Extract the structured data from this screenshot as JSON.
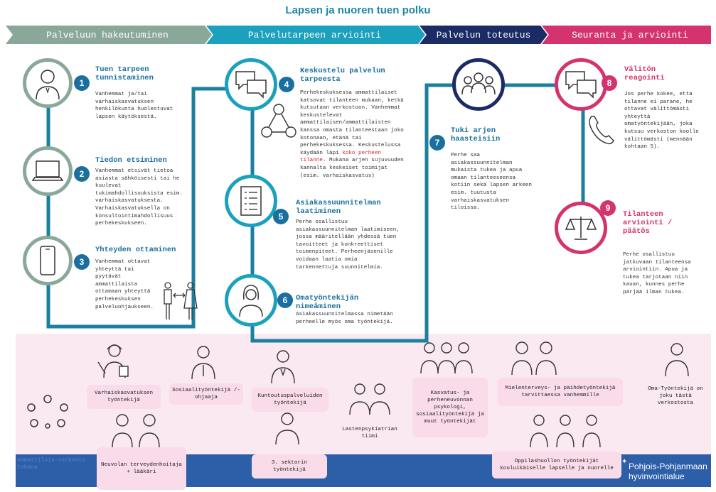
{
  "title": "Lapsen ja nuoren tuen polku",
  "phases": [
    {
      "label": "Palveluun hakeutuminen",
      "color": "#8aa89a"
    },
    {
      "label": "Palvelutarpeen arviointi",
      "color": "#1ba1bd"
    },
    {
      "label": "Palvelun toteutus",
      "color": "#1a2b66"
    },
    {
      "label": "Seuranta ja arviointi",
      "color": "#d4336d"
    }
  ],
  "steps": {
    "s1": {
      "num": "1",
      "title": "Tuen tarpeen tunnistaminen",
      "body": "Vanhemmat ja/tai varhaiskasvatuksen henkilökunta huolestuvat lapsen käytöksestä."
    },
    "s2": {
      "num": "2",
      "title": "Tiedon etsiminen",
      "body": "Vanhemmat etsivät tietoa asiasta sähköisesti tai he kuulevat tukimahdollisuuksista esim. varhaiskasvatuksesta. Varhaiskasvatuksella on konsultointimahdollisuus perhekeskukseen."
    },
    "s3": {
      "num": "3",
      "title": "Yhteyden ottaminen",
      "body": "Vanhemmat ottavat yhteyttä tai pyytävät ammattilaista ottamaan yhteyttä perhekeskuksen palveluohjaukseen."
    },
    "s4": {
      "num": "4",
      "title": "Keskustelu palvelun tarpeesta",
      "body_a": "Perhekeskuksessa ammattilaiset katsovat tilanteen mukaan, ketkä kutsutaan verkostoon. Vanhemmat keskustelevat ammattilaisen/ammattilaisten kanssa omasta tilanteestaan joko kotonaan, etänä tai perhekeskuksessa. Keskustelussa käydään läpi",
      "body_hl": "koko perheen tilanne.",
      "body_b": "Mukana arjen sujuvuuden kannalta keskeiset toimijat (esim. varhaiskasvatus)"
    },
    "s5": {
      "num": "5",
      "title": "Asiakassuunnitelman laatiminen",
      "body": "Perhe osallistuu asiakassuunnitelman laatimiseen, jossa määritellään yhdessä tuen tavoitteet ja konkreettiset toimenpiteet. Perheenjäsenille voidaan laatia omia tarkennettuja suunnitelmia."
    },
    "s6": {
      "num": "6",
      "title": "Omatyöntekijän nimeäminen",
      "body": "Asiakassuunnitelmassa nimetään perheelle myös oma työntekijä."
    },
    "s7": {
      "num": "7",
      "title": "Tuki arjen haasteisiin",
      "body": "Perhe saa asiakassuunnitelman mukaista tukea ja apua omaan tilanteeseensa kotiin sekä lapsen arkeen esim. tuutusta varhaiskasvatuksen tiloissa."
    },
    "s8": {
      "num": "8",
      "title": "Välitön reagointi",
      "body": "Jos perhe kokee, että tilanne ei parane, he ottavat välittömästi yhteyttä omatyöntekijään, joka kutsuu verkoston koolle välittömästi (mennään kohtaan 5)."
    },
    "s9": {
      "num": "9",
      "title": "Tilanteen arviointi / päätös",
      "body": "Perhe osallistuu jatkuvaan tilanteensa arviointiin. Apua ja tukea tarjotaan niin kauan, kunnes perhe pärjää ilman tukea."
    }
  },
  "network": {
    "label": "Ammattilais-verkosto tukena",
    "items": {
      "varhais": "Varhaiskasvatuksen työntekijä",
      "sosiaali": "Sosiaalityöntekijä /-ohjaaja",
      "kuntoutus": "Kuntoutuspalveluiden työntekijä",
      "lastenpsyk": "Lastenpsykiatrian tiimi",
      "kasvatus": "Kasvatus- ja perheneuvonnan psykologi, sosiaalityöntekijä ja muut työntekijät",
      "mielenterveys": "Mielenterveys- ja päihdetyöntekijä tarvittaessa vanhemmille",
      "oma": "Oma-Työntekijä on joku tästä verkostosta",
      "neuvola": "Neuvolan terveydenhoitaja + lääkäri",
      "sektori": "3. sektorin työntekijä",
      "oppilashuolto": "Oppilashuollon työntekijät kouluikäiselle lapselle ja nuorelle"
    }
  },
  "logo": {
    "line1": "Pohjois-Pohjanmaan",
    "line2": "hyvinvointialue"
  },
  "colors": {
    "teal": "#1b7f9e",
    "sage": "#8aa89a",
    "navy": "#1a2b66",
    "pink": "#d4336d",
    "networkBg": "#fbe9f2",
    "bottomBar": "#2d5ea8"
  }
}
